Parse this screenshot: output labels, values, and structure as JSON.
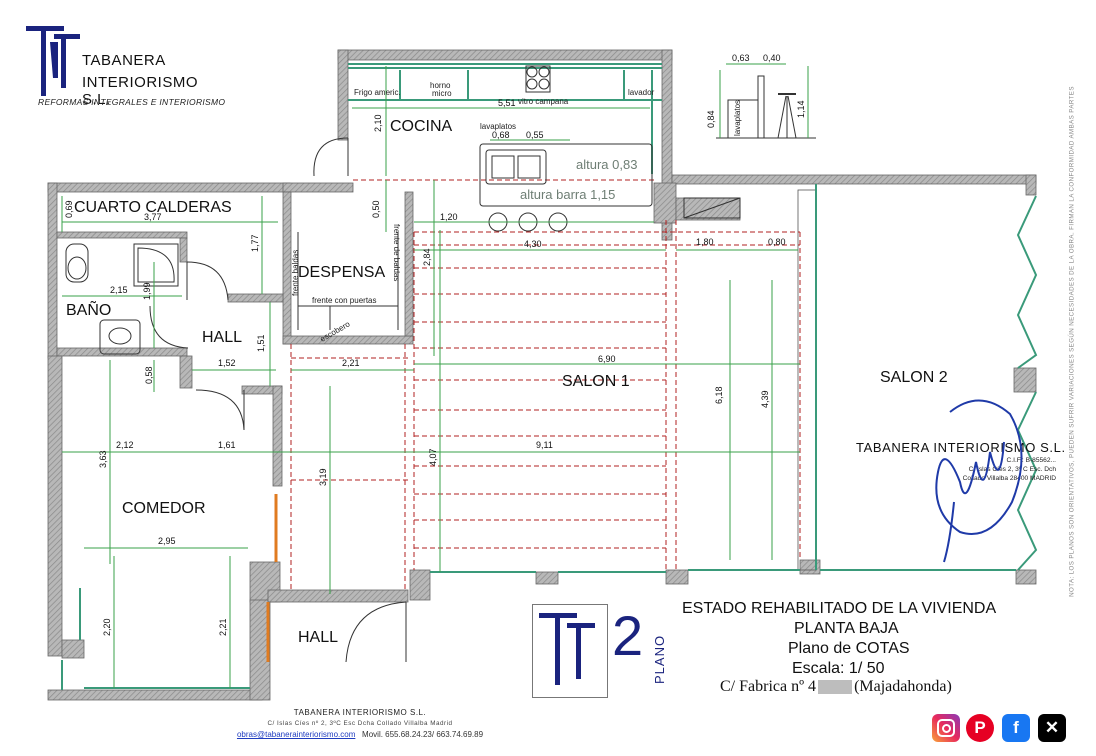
{
  "company": {
    "line1": "TABANERA",
    "line2": "INTERIORISMO S.L.",
    "tagline": "REFORMAS INTEGRALES E INTERIORISMO"
  },
  "side_note": "NOTA: LOS PLANOS SON ORIENTATIVOS, PUEDEN SUFRIR VARIACIONES SEGÚN NECESIDADES DE LA OBRA. FIRMAN LA CONFORMIDAD AMBAS PARTES",
  "rooms": {
    "cocina": "COCINA",
    "cuarto_calderas": "CUARTO CALDERAS",
    "despensa": "DESPENSA",
    "bano": "BAÑO",
    "hall_1": "HALL",
    "salon_1": "SALON 1",
    "salon_2": "SALON 2",
    "comedor": "COMEDOR",
    "hall_2": "HALL"
  },
  "fixtures": {
    "frigo": "Frigo americ.",
    "horno": "horno",
    "micro": "micro",
    "vitro": "vitro campana",
    "lavador": "lavador",
    "lavaplatos": "lavaplatos",
    "lavaplatos_side": "lavaplatos",
    "altura_083": "altura 0,83",
    "altura_barra": "altura barra 1,15",
    "frente_baldas_1": "frente baldas",
    "frente_baldas_2": "frente de baldas",
    "frente_puertas": "frente con puertas",
    "escobero": "escobero"
  },
  "dimensions": {
    "d_063": "0,63",
    "d_040": "0,40",
    "d_084": "0,84",
    "d_114": "1,14",
    "d_551": "5,51",
    "d_210": "2,10",
    "d_068": "0,68",
    "d_055": "0,55",
    "d_069": "0,69",
    "d_377": "3,77",
    "d_050": "0,50",
    "d_120": "1,20",
    "d_177": "1,77",
    "d_284": "2,84",
    "d_430": "4,30",
    "d_180": "1,80",
    "d_080": "0,80",
    "d_215": "2,15",
    "d_199": "1,99",
    "d_151": "1,51",
    "d_152": "1,52",
    "d_221a": "2,21",
    "d_690": "6,90",
    "d_058": "0,58",
    "d_618": "6,18",
    "d_439": "4,39",
    "d_212": "2,12",
    "d_161": "1,61",
    "d_911": "9,11",
    "d_363": "3,63",
    "d_319": "3,19",
    "d_407": "4,07",
    "d_295": "2,95",
    "d_220": "2,20",
    "d_221b": "2,21"
  },
  "stamp": {
    "name": "TABANERA INTERIORISMO S.L.",
    "cif": "C.I.F.: B-85562...",
    "addr1": "C/ Islas Cíes 2, 3º C Esc. Dch",
    "addr2": "Collado Villalba 28400 MADRID"
  },
  "title_block": {
    "line1": "ESTADO REHABILITADO DE LA VIVIENDA",
    "line2": "PLANTA BAJA",
    "line3": "Plano de COTAS",
    "line4": "Escala: 1/ 50",
    "line5_prefix": "C/ Fabrica nº 4",
    "line5_suffix": "(Majadahonda)",
    "plano_number": "2",
    "plano_word": "PLANO"
  },
  "footer": {
    "line1": "TABANERA INTERIORISMO S.L.",
    "line2": "C/ Islas Cíes nº 2, 3ºC Esc Dcha Collado Villalba Madrid",
    "email": "obras@tabanerainteriorismo.com",
    "phones": "Movil. 655.68.24.23/ 663.74.69.89"
  },
  "social": [
    "instagram-icon",
    "pinterest-icon",
    "facebook-icon",
    "x-icon"
  ],
  "colors": {
    "wall": "#888888",
    "glazing": "#3a9a7a",
    "dimension": "#3aa24a",
    "dashed": "#b22222",
    "brand_blue": "#1a237e",
    "accent_orange": "#e07b20"
  }
}
